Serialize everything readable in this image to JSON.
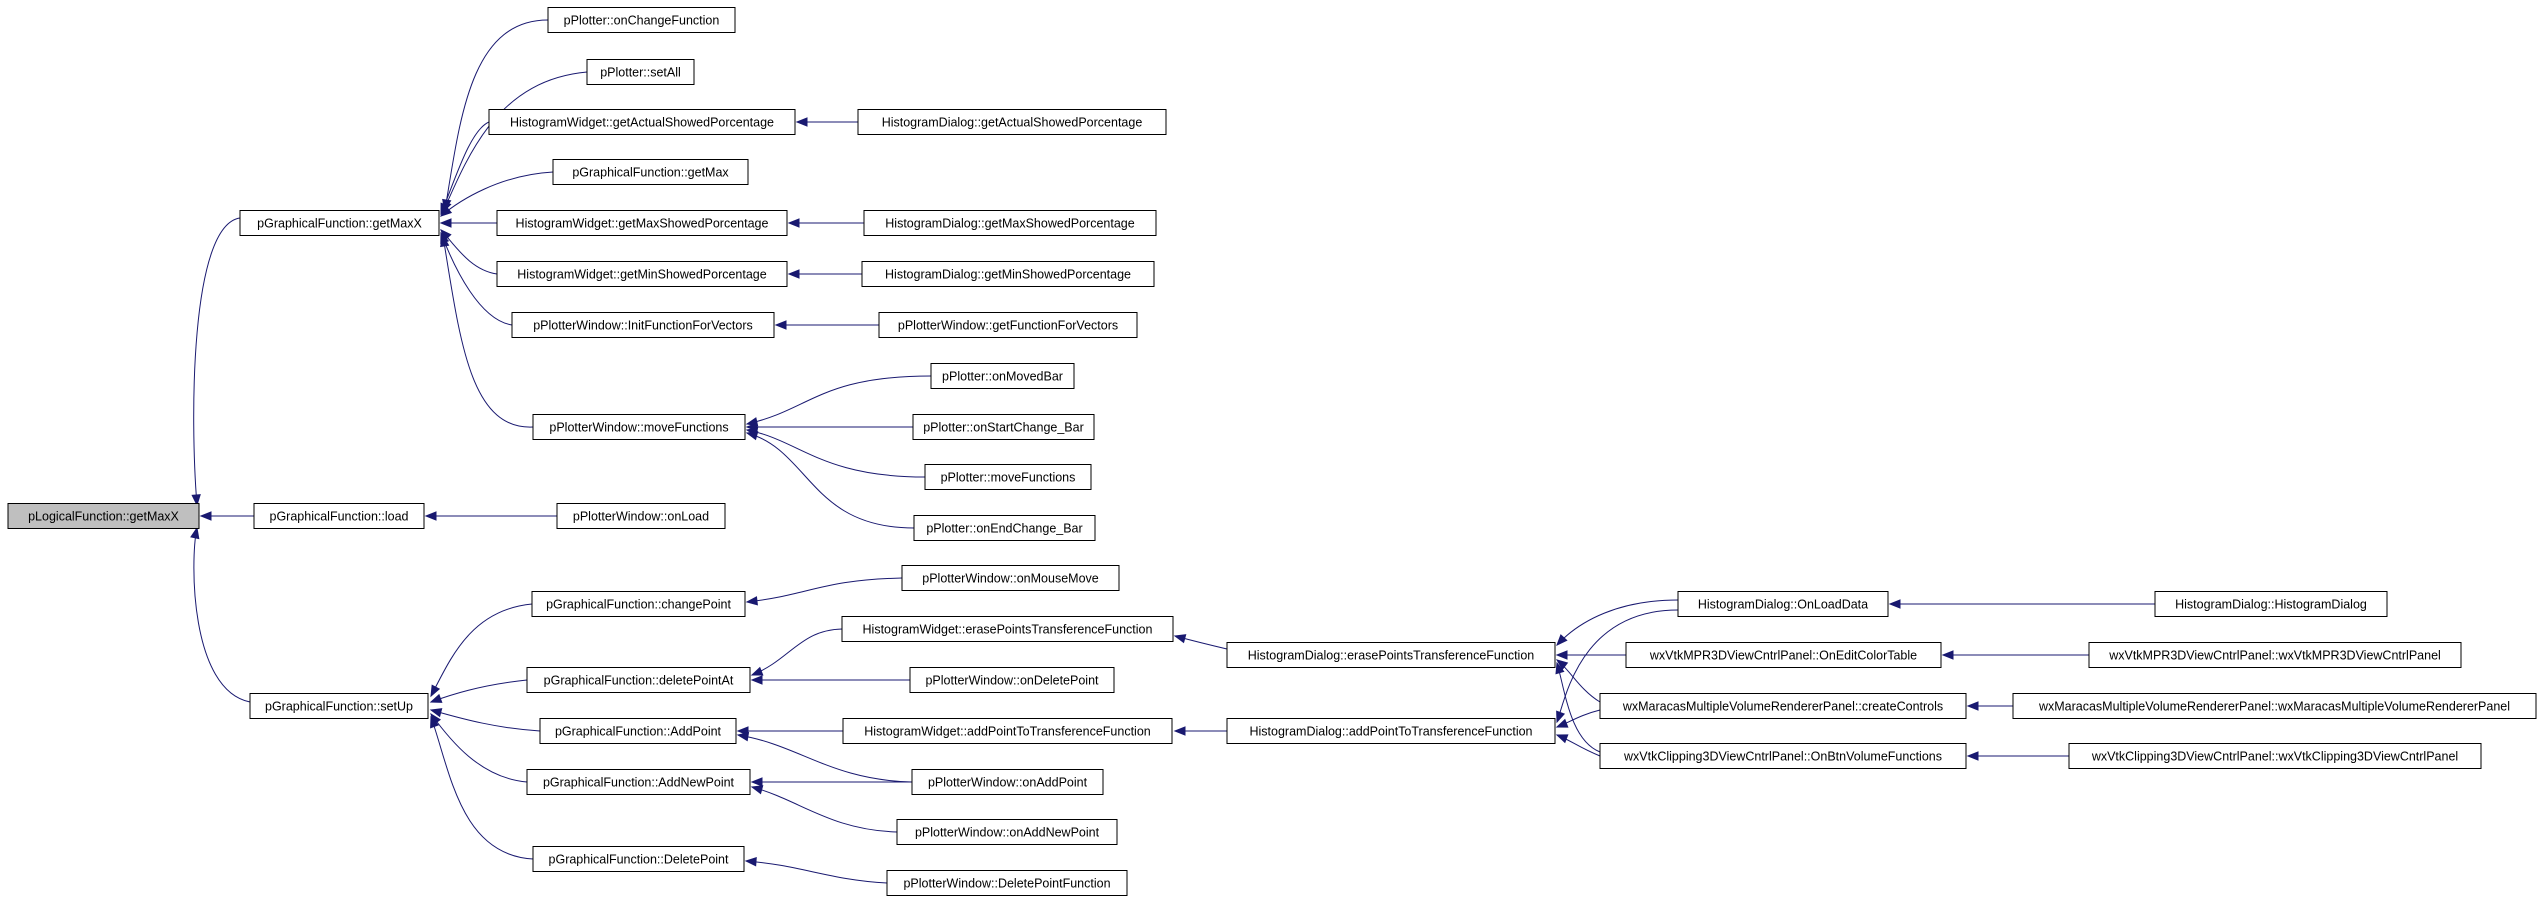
{
  "graph": {
    "root": "pLogicalFunction::getMaxX",
    "colors": {
      "edge": "#191970",
      "root_fill": "#bfbfbf",
      "node_fill": "#ffffff",
      "node_border": "#000000"
    },
    "nodes": [
      {
        "id": "n0",
        "label": "pLogicalFunction::getMaxX"
      },
      {
        "id": "n1",
        "label": "pGraphicalFunction::getMaxX"
      },
      {
        "id": "n2",
        "label": "pGraphicalFunction::load"
      },
      {
        "id": "n3",
        "label": "pGraphicalFunction::setUp"
      },
      {
        "id": "n4",
        "label": "pPlotter::onChangeFunction"
      },
      {
        "id": "n5",
        "label": "pPlotter::setAll"
      },
      {
        "id": "n6",
        "label": "HistogramWidget::getActualShowedPorcentage"
      },
      {
        "id": "n7",
        "label": "HistogramDialog::getActualShowedPorcentage"
      },
      {
        "id": "n8",
        "label": "pGraphicalFunction::getMax"
      },
      {
        "id": "n9",
        "label": "HistogramWidget::getMaxShowedPorcentage"
      },
      {
        "id": "n10",
        "label": "HistogramDialog::getMaxShowedPorcentage"
      },
      {
        "id": "n11",
        "label": "HistogramWidget::getMinShowedPorcentage"
      },
      {
        "id": "n12",
        "label": "HistogramDialog::getMinShowedPorcentage"
      },
      {
        "id": "n13",
        "label": "pPlotterWindow::InitFunctionForVectors"
      },
      {
        "id": "n14",
        "label": "pPlotterWindow::getFunctionForVectors"
      },
      {
        "id": "n15",
        "label": "pPlotterWindow::moveFunctions"
      },
      {
        "id": "n16",
        "label": "pPlotter::onMovedBar"
      },
      {
        "id": "n17",
        "label": "pPlotter::onStartChange_Bar"
      },
      {
        "id": "n18",
        "label": "pPlotter::moveFunctions"
      },
      {
        "id": "n19",
        "label": "pPlotter::onEndChange_Bar"
      },
      {
        "id": "n20",
        "label": "pPlotterWindow::onLoad"
      },
      {
        "id": "n21",
        "label": "pGraphicalFunction::changePoint"
      },
      {
        "id": "n22",
        "label": "pPlotterWindow::onMouseMove"
      },
      {
        "id": "n23",
        "label": "pGraphicalFunction::deletePointAt"
      },
      {
        "id": "n24",
        "label": "HistogramWidget::erasePointsTransferenceFunction"
      },
      {
        "id": "n25",
        "label": "pPlotterWindow::onDeletePoint"
      },
      {
        "id": "n26",
        "label": "pGraphicalFunction::AddPoint"
      },
      {
        "id": "n27",
        "label": "HistogramWidget::addPointToTransferenceFunction"
      },
      {
        "id": "n28",
        "label": "pPlotterWindow::onAddPoint"
      },
      {
        "id": "n29",
        "label": "pGraphicalFunction::AddNewPoint"
      },
      {
        "id": "n30",
        "label": "pPlotterWindow::onAddNewPoint"
      },
      {
        "id": "n31",
        "label": "pGraphicalFunction::DeletePoint"
      },
      {
        "id": "n32",
        "label": "pPlotterWindow::DeletePointFunction"
      },
      {
        "id": "n33",
        "label": "HistogramDialog::erasePointsTransferenceFunction"
      },
      {
        "id": "n34",
        "label": "HistogramDialog::addPointToTransferenceFunction"
      },
      {
        "id": "n35",
        "label": "HistogramDialog::OnLoadData"
      },
      {
        "id": "n36",
        "label": "HistogramDialog::HistogramDialog"
      },
      {
        "id": "n37",
        "label": "wxVtkMPR3DViewCntrlPanel::OnEditColorTable"
      },
      {
        "id": "n38",
        "label": "wxVtkMPR3DViewCntrlPanel::wxVtkMPR3DViewCntrlPanel"
      },
      {
        "id": "n39",
        "label": "wxMaracasMultipleVolumeRendererPanel::createControls"
      },
      {
        "id": "n40",
        "label": "wxMaracasMultipleVolumeRendererPanel::wxMaracasMultipleVolumeRendererPanel"
      },
      {
        "id": "n41",
        "label": "wxVtkClipping3DViewCntrlPanel::OnBtnVolumeFunctions"
      },
      {
        "id": "n42",
        "label": "wxVtkClipping3DViewCntrlPanel::wxVtkClipping3DViewCntrlPanel"
      }
    ],
    "edges": [
      {
        "from": "n1",
        "to": "n0"
      },
      {
        "from": "n2",
        "to": "n0"
      },
      {
        "from": "n3",
        "to": "n0"
      },
      {
        "from": "n4",
        "to": "n1"
      },
      {
        "from": "n5",
        "to": "n1"
      },
      {
        "from": "n6",
        "to": "n1"
      },
      {
        "from": "n8",
        "to": "n1"
      },
      {
        "from": "n9",
        "to": "n1"
      },
      {
        "from": "n11",
        "to": "n1"
      },
      {
        "from": "n13",
        "to": "n1"
      },
      {
        "from": "n15",
        "to": "n1"
      },
      {
        "from": "n7",
        "to": "n6"
      },
      {
        "from": "n10",
        "to": "n9"
      },
      {
        "from": "n12",
        "to": "n11"
      },
      {
        "from": "n14",
        "to": "n13"
      },
      {
        "from": "n16",
        "to": "n15"
      },
      {
        "from": "n17",
        "to": "n15"
      },
      {
        "from": "n18",
        "to": "n15"
      },
      {
        "from": "n19",
        "to": "n15"
      },
      {
        "from": "n20",
        "to": "n2"
      },
      {
        "from": "n21",
        "to": "n3"
      },
      {
        "from": "n23",
        "to": "n3"
      },
      {
        "from": "n26",
        "to": "n3"
      },
      {
        "from": "n29",
        "to": "n3"
      },
      {
        "from": "n31",
        "to": "n3"
      },
      {
        "from": "n22",
        "to": "n21"
      },
      {
        "from": "n24",
        "to": "n23"
      },
      {
        "from": "n25",
        "to": "n23"
      },
      {
        "from": "n27",
        "to": "n26"
      },
      {
        "from": "n28",
        "to": "n26"
      },
      {
        "from": "n28",
        "to": "n29"
      },
      {
        "from": "n30",
        "to": "n29"
      },
      {
        "from": "n32",
        "to": "n31"
      },
      {
        "from": "n33",
        "to": "n24"
      },
      {
        "from": "n34",
        "to": "n27"
      },
      {
        "from": "n35",
        "to": "n33"
      },
      {
        "from": "n37",
        "to": "n33"
      },
      {
        "from": "n39",
        "to": "n33"
      },
      {
        "from": "n41",
        "to": "n33"
      },
      {
        "from": "n35",
        "to": "n34"
      },
      {
        "from": "n39",
        "to": "n34"
      },
      {
        "from": "n41",
        "to": "n34"
      },
      {
        "from": "n36",
        "to": "n35"
      },
      {
        "from": "n38",
        "to": "n37"
      },
      {
        "from": "n40",
        "to": "n39"
      },
      {
        "from": "n42",
        "to": "n41"
      }
    ]
  }
}
